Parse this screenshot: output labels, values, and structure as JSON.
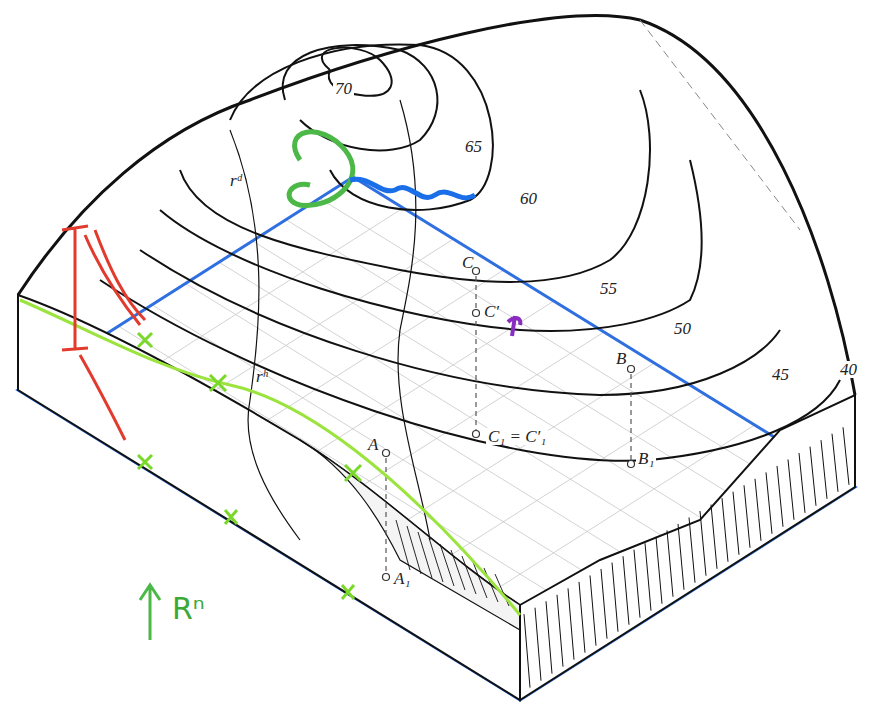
{
  "diagram": {
    "labels": [
      "70",
      "65",
      "60",
      "55",
      "50",
      "45",
      "40",
      "rᵈ",
      "rʰ",
      "C",
      "C′",
      "C₁ = C′₁",
      "B",
      "B₁",
      "A",
      "A₁",
      "Rⁿ"
    ]
  }
}
